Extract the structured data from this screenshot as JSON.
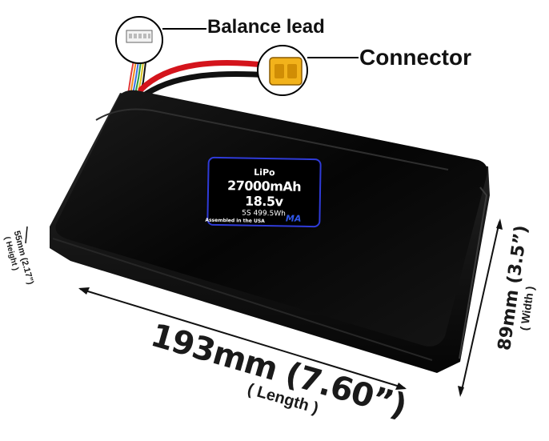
{
  "callouts": {
    "balance_lead": "Balance lead",
    "connector": "Connector"
  },
  "battery_label": {
    "chemistry": "LiPo",
    "capacity_voltage": "27000mAh 18.5v",
    "config_energy": "5S 499.5Wh",
    "assembled": "Assembled in the USA",
    "logo": "MA"
  },
  "dimensions": {
    "length": "193mm (7.60”)",
    "length_caption": "( Length )",
    "width": "89mm (3.5”)",
    "width_caption": "( Width )",
    "height": "55mm (2.17”)",
    "height_caption": "( Height )"
  },
  "colors": {
    "battery_body": "#0a0a0a",
    "connector_yellow": "#f2b21b",
    "wire_red": "#d4141c",
    "label_border": "#2f3bd8"
  }
}
